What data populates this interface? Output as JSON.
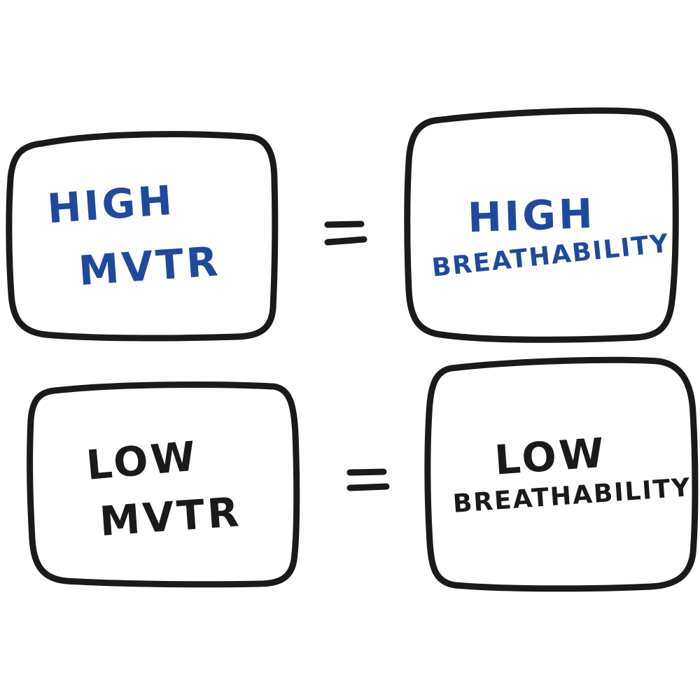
{
  "colors": {
    "outline": "#1a1a1a",
    "high_text": "#1f4a9c",
    "low_text": "#1a1a1a"
  },
  "rows": [
    {
      "left": {
        "line1": "HIGH",
        "line2": "MVTR"
      },
      "operator": "=",
      "right": {
        "line1": "HIGH",
        "line2": "BREATHABILITY"
      }
    },
    {
      "left": {
        "line1": "LOW",
        "line2": "MVTR"
      },
      "operator": "=",
      "right": {
        "line1": "LOW",
        "line2": "BREATHABILITY"
      }
    }
  ]
}
